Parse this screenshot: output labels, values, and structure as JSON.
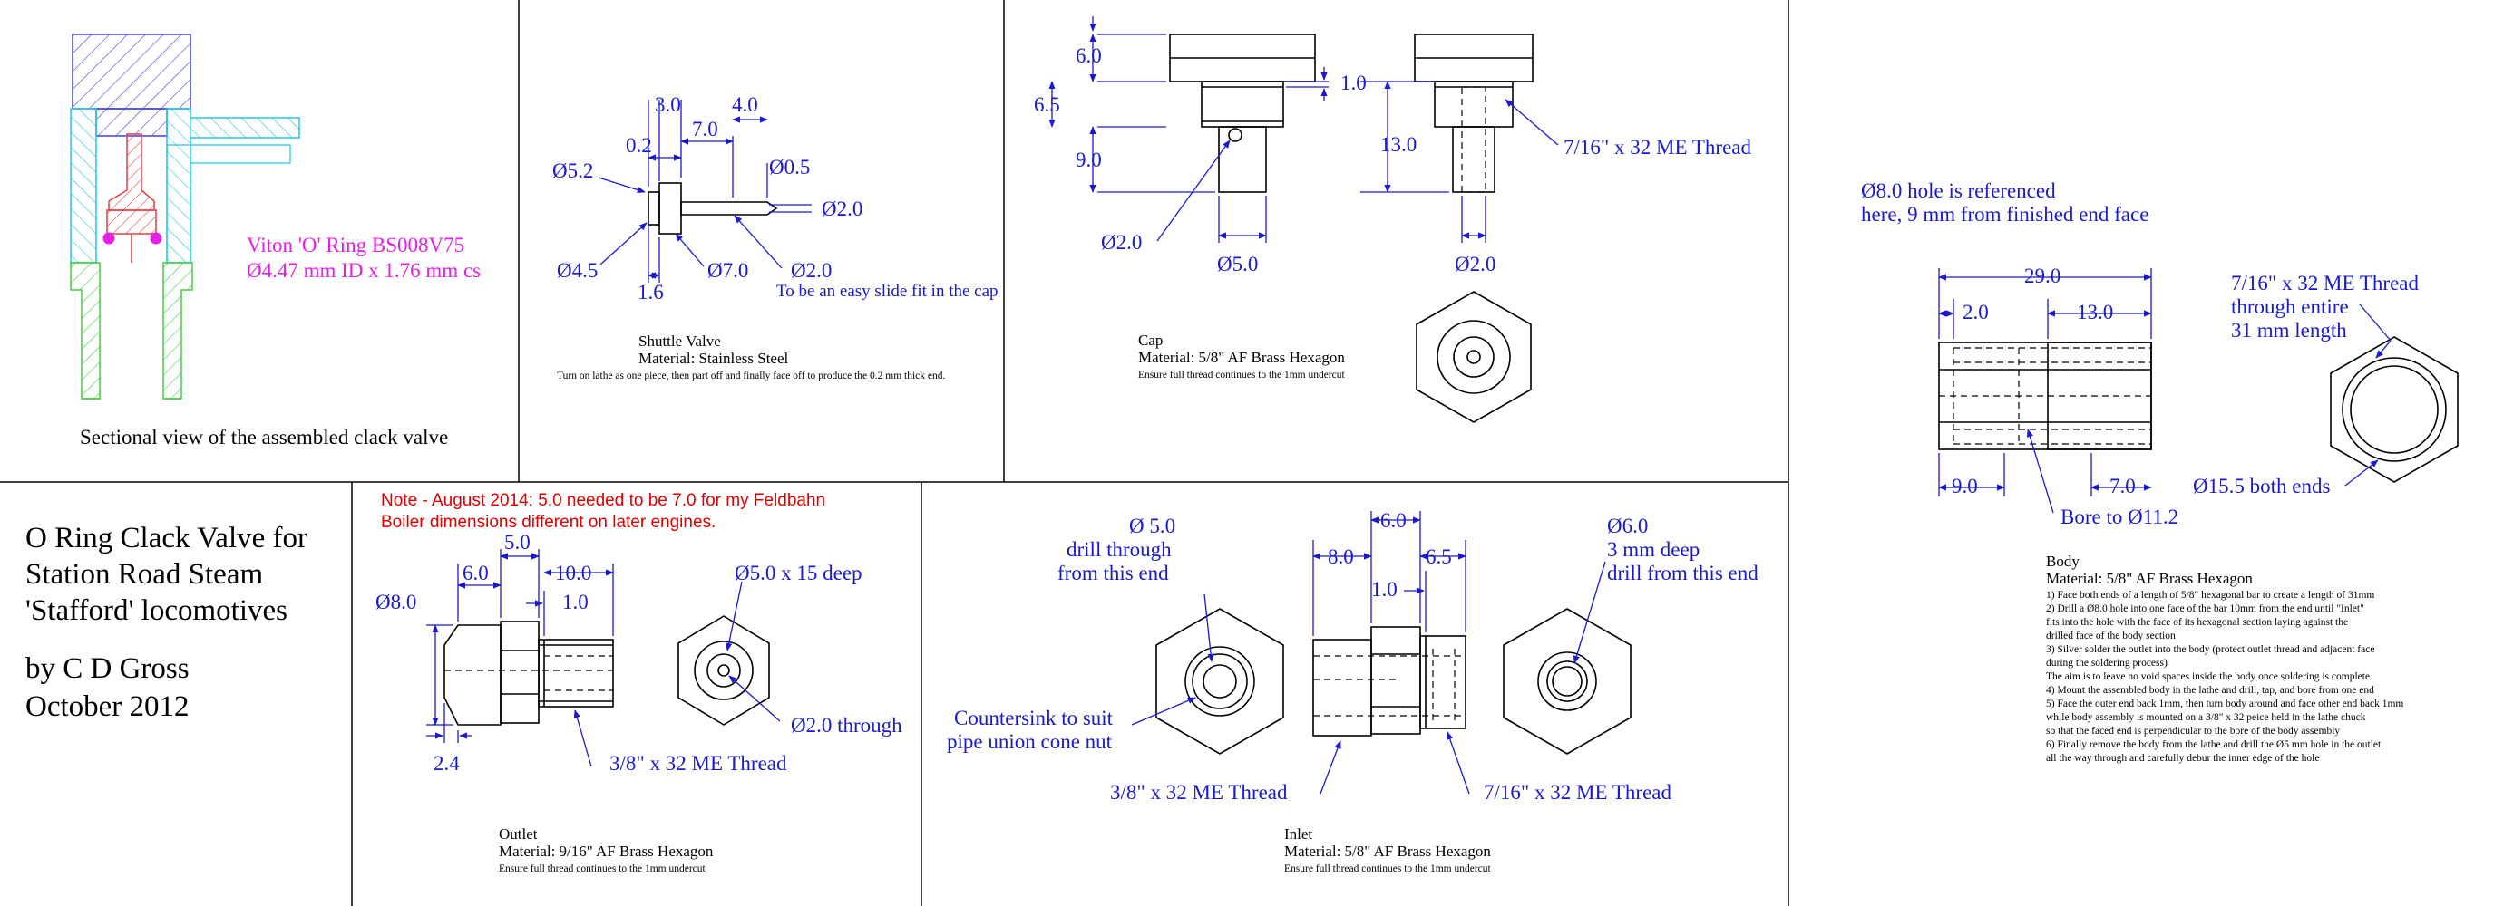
{
  "sheet": {
    "title_lines": [
      "O Ring Clack Valve for",
      "Station Road Steam",
      "'Stafford' locomotives"
    ],
    "author_lines": [
      "by C D Gross",
      "October 2012"
    ]
  },
  "note": {
    "lines": [
      "Note - August 2014:  5.0 needed to be 7.0 for my Feldbahn",
      "Boiler dimensions different on later engines."
    ]
  },
  "sectional": {
    "caption": "Sectional view of the assembled clack valve",
    "oring_lines": [
      "Viton 'O' Ring  BS008V75",
      "Ø4.47 mm ID x 1.76 mm cs"
    ]
  },
  "shuttle": {
    "label_lines": [
      "Shuttle Valve",
      "Material: Stainless Steel"
    ],
    "instruction": "Turn on lathe as one piece, then part off and finally face off to produce the 0.2 mm thick end.",
    "dims": [
      "3.0",
      "4.0",
      "0.2",
      "7.0",
      "Ø5.2",
      "Ø0.5",
      "Ø2.0",
      "Ø4.5",
      "Ø7.0",
      "Ø2.0",
      "1.6"
    ],
    "fit_note": "To be an easy slide fit in the cap"
  },
  "cap": {
    "label_lines": [
      "Cap",
      "Material: 5/8\" AF Brass Hexagon"
    ],
    "instruction": "Ensure full thread continues to the 1mm undercut",
    "dims": [
      "6.0",
      "1.0",
      "6.5",
      "9.0",
      "Ø2.0",
      "Ø5.0",
      "13.0",
      "Ø2.0"
    ],
    "thread": "7/16\" x 32 ME Thread"
  },
  "body": {
    "label_lines": [
      "Body",
      "Material: 5/8\" AF Brass Hexagon"
    ],
    "steps": [
      "1)  Face both ends of a length of 5/8\" hexagonal bar to create a length of 31mm",
      "2)  Drill a Ø8.0 hole into one face of the bar 10mm from the end until \"Inlet\"",
      "      fits into the hole with the face of its hexagonal section laying against the",
      "      drilled face of the body section",
      "3)  Silver solder the outlet into the body (protect outlet thread and adjacent face",
      "      during the soldering process)",
      "      The aim is to leave no void spaces inside the body once soldering is complete",
      "4)  Mount the assembled body in the lathe and drill, tap, and bore from one end",
      "5)  Face the outer end back 1mm, then turn body around and face other end back 1mm",
      "      while body assembly is mounted on a 3/8\" x 32 peice held in the lathe chuck",
      "      so that the faced end is perpendicular to the bore of the body assembly",
      "6)  Finally remove the body from the lathe and drill the Ø5 mm hole in the outlet",
      "      all the way through and carefully debur the inner edge of the hole"
    ],
    "ref_lines": [
      "Ø8.0 hole is referenced",
      "here, 9 mm from finished end face"
    ],
    "dims": [
      "29.0",
      "2.0",
      "13.0",
      "9.0",
      "7.0"
    ],
    "bore": "Bore to Ø11.2",
    "thread_lines": [
      "7/16\" x 32 ME Thread",
      "through entire",
      "31 mm length"
    ],
    "ends": "Ø15.5 both ends"
  },
  "outlet": {
    "label_lines": [
      "Outlet",
      "Material: 9/16\" AF Brass Hexagon"
    ],
    "instruction": "Ensure full thread continues to the 1mm undercut",
    "dims": [
      "5.0",
      "6.0",
      "10.0",
      "1.0",
      "Ø8.0",
      "2.4"
    ],
    "deep": "Ø5.0 x 15 deep",
    "through": "Ø2.0 through",
    "thread": "3/8\" x 32 ME Thread"
  },
  "inlet": {
    "label_lines": [
      "Inlet",
      "Material: 5/8\" AF Brass Hexagon"
    ],
    "instruction": "Ensure full thread continues to the 1mm undercut",
    "drill_lines": [
      "Ø 5.0",
      "drill through",
      "from this end"
    ],
    "dims": [
      "6.0",
      "8.0",
      "6.5",
      "1.0"
    ],
    "deep_lines": [
      "Ø6.0",
      "3 mm deep",
      "drill from this end"
    ],
    "countersink_lines": [
      "Countersink to suit",
      "pipe union cone nut"
    ],
    "thread_left": "3/8\" x 32 ME Thread",
    "thread_right": "7/16\" x 32 ME Thread"
  }
}
